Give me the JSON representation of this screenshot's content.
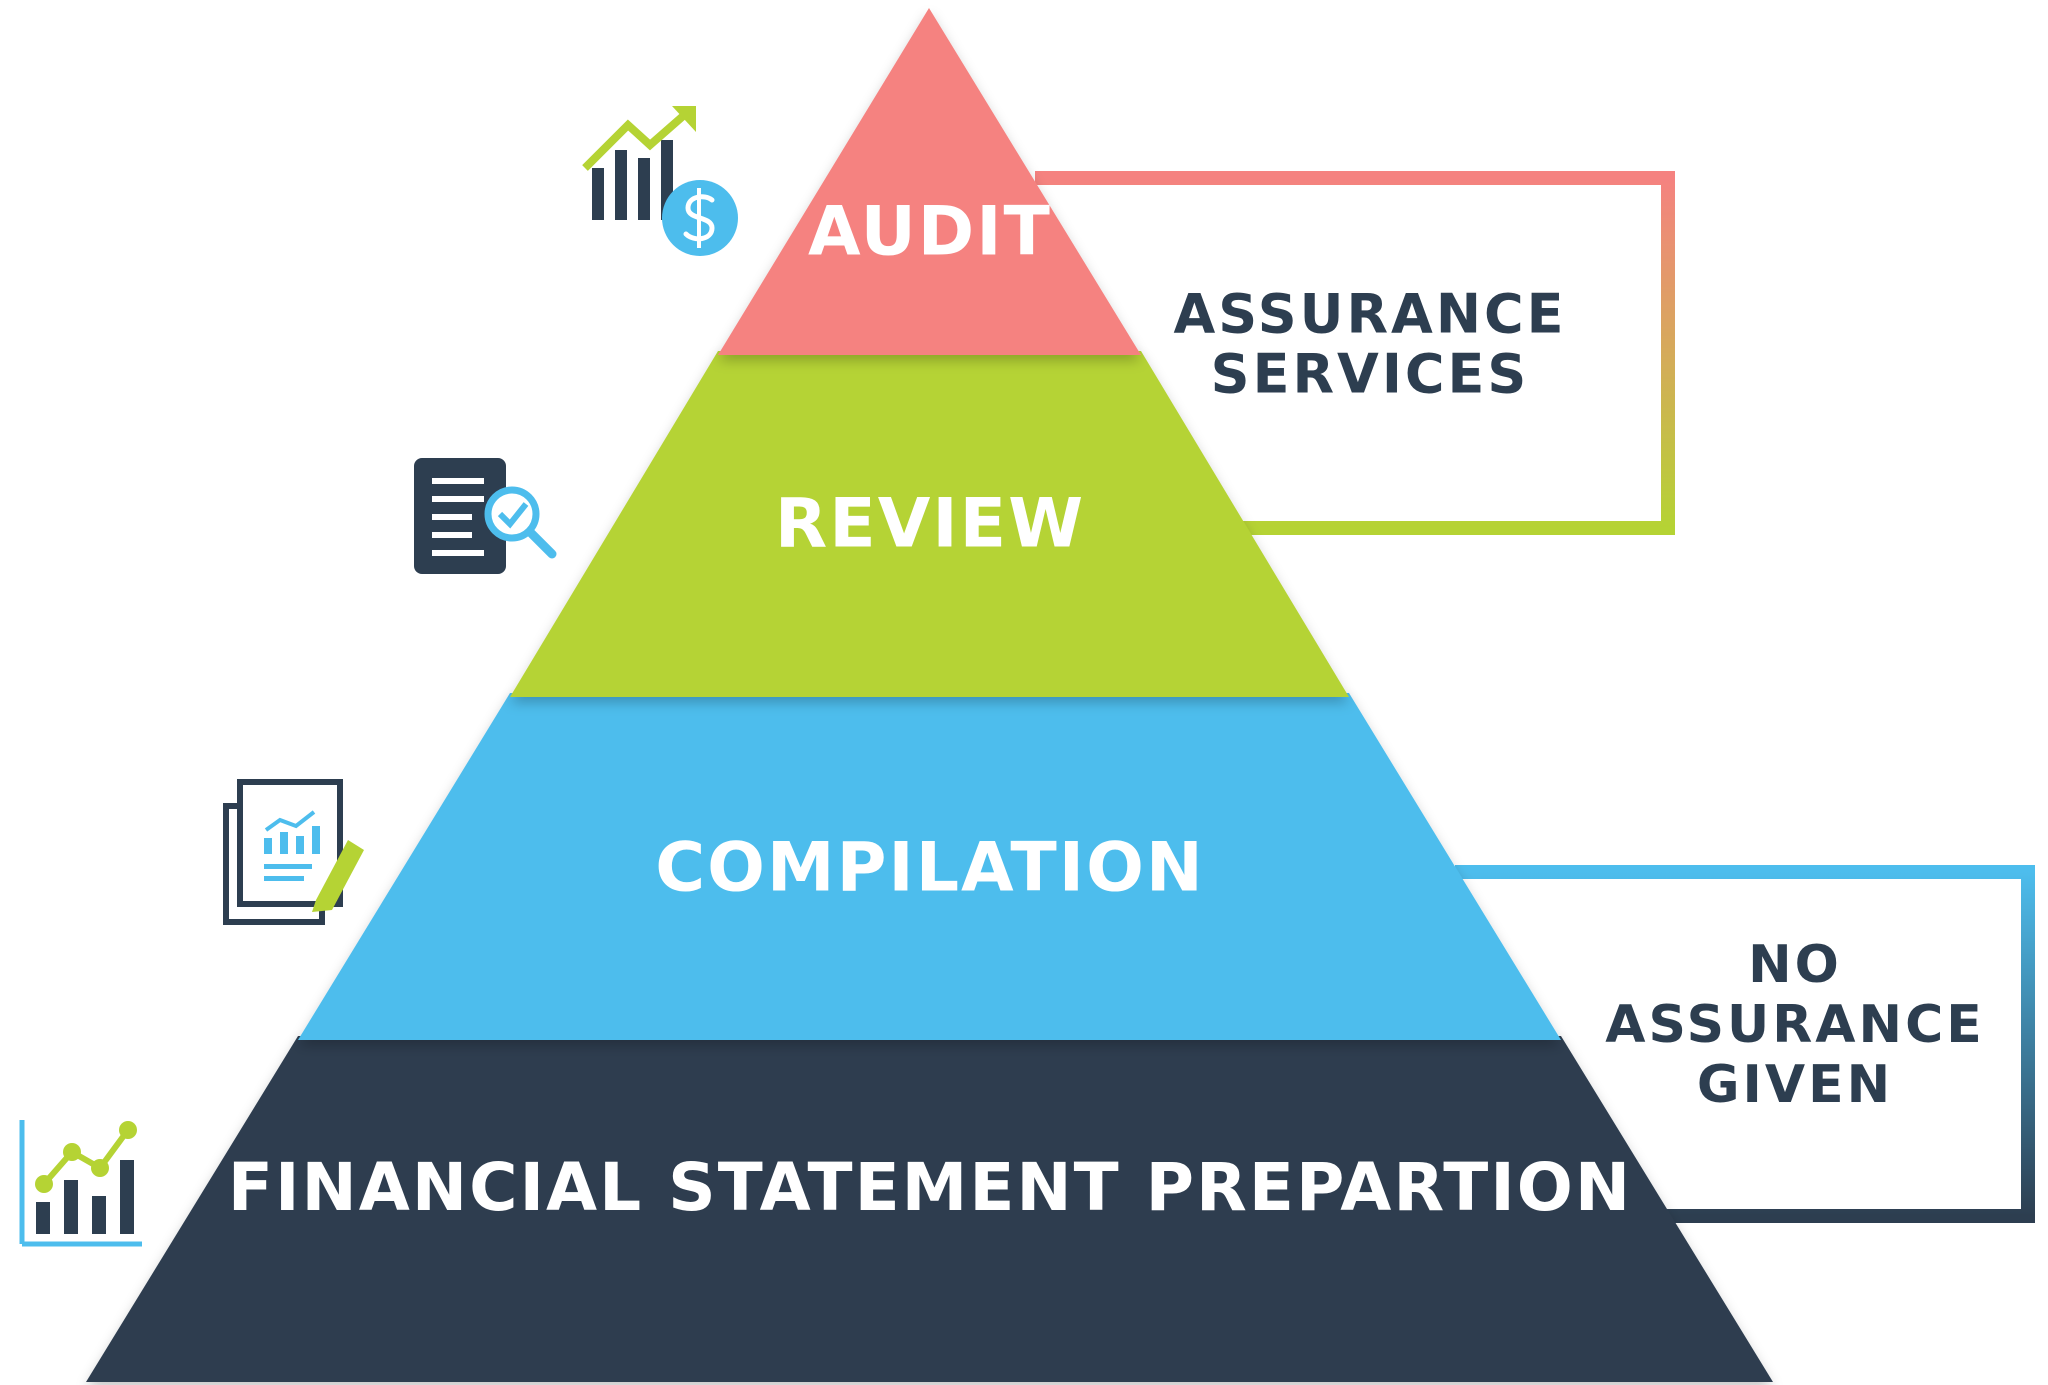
{
  "pyramid": {
    "tiers": [
      {
        "id": "audit",
        "label": "AUDIT",
        "color": "#f58280"
      },
      {
        "id": "review",
        "label": "REVIEW",
        "color": "#b5d334"
      },
      {
        "id": "compilation",
        "label": "COMPILATION",
        "color": "#4dbded"
      },
      {
        "id": "preparation",
        "label": "FINANCIAL STATEMENT PREPARTION",
        "color": "#2d3e50"
      }
    ]
  },
  "brackets": {
    "assurance": {
      "line1": "ASSURANCE",
      "line2": "SERVICES",
      "color_top": "#f58280",
      "color_bottom": "#b5d334"
    },
    "no_assurance": {
      "line1": "NO",
      "line2": "ASSURANCE",
      "line3": "GIVEN",
      "color_top": "#4dbded",
      "color_bottom": "#2d3e50"
    }
  },
  "icons": {
    "audit": "bar-chart-dollar-icon",
    "review": "document-magnifier-icon",
    "compilation": "report-pencil-icon",
    "preparation": "line-bar-chart-icon"
  },
  "colors": {
    "navy": "#2d3e50",
    "pink": "#f58280",
    "green": "#b5d334",
    "blue": "#4dbded"
  }
}
